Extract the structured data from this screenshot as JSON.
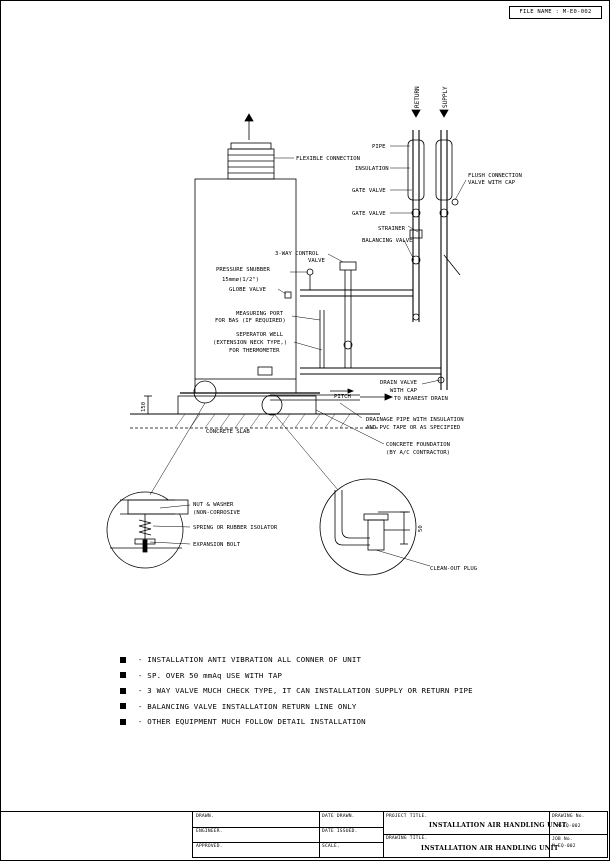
{
  "file_name": "FILE NAME : M-E0-002",
  "flow_labels": {
    "return": "RETURN",
    "supply": "SUPPLY"
  },
  "callouts": {
    "pipe": "PIPE",
    "flexible_connection": "FLEXIBLE CONNECTION",
    "insulation": "INSULATION",
    "gate_valve_1": "GATE VALVE",
    "gate_valve_2": "GATE VALVE",
    "flush_connection_1": "FLUSH CONNECTION",
    "flush_connection_2": "VALVE WITH CAP",
    "strainer": "STRAINER",
    "balancing_valve": "BALANCING VALVE",
    "three_way_1": "3-WAY CONTROL",
    "three_way_2": "VALVE",
    "pressure_snubber_1": "PRESSURE SNUBBER",
    "pressure_snubber_2": "15mmø(1/2\")",
    "pressure_snubber_3": "GLOBE VALVE",
    "measuring_port_1": "MEASURING PORT",
    "measuring_port_2": "FOR BAS (IF REQUIRED)",
    "separator_1": "SEPERATOR WELL",
    "separator_2": "(EXTENSION NECK TYPE,)",
    "separator_3": "FOR THERMOMETER",
    "drain_valve_1": "DRAIN VALVE",
    "drain_valve_2": "WITH CAP",
    "to_drain": "TO NEAREST DRAIN",
    "pitch": "PITCH",
    "drainage_1": "DRAINAGE PIPE WITH INSULATION",
    "drainage_2": "AND PVC TAPE OR AS SPECIFIED",
    "concrete_foundation_1": "CONCRETE FOUNDATION",
    "concrete_foundation_2": "(BY A/C CONTRACTOR)",
    "concrete_slab": "CONCRETE SLAB",
    "dim_150": "150",
    "nut_washer_1": "NUT & WASHER",
    "nut_washer_2": "(NON-CORROSIVE",
    "spring": "SPRING OR RUBBER ISOLATOR",
    "expansion_bolt": "EXPANSION BOLT",
    "dim_50": "50",
    "clean_out": "CLEAN-OUT PLUG"
  },
  "notes": [
    "- INSTALLATION ANTI VIBRATION ALL CONNER OF UNIT",
    "- SP. OVER 50 mmAq USE WITH TAP",
    "- 3 WAY VALVE MUCH CHECK TYPE, IT CAN INSTALLATION SUPPLY OR RETURN PIPE",
    "- BALANCING VALVE INSTALLATION RETURN LINE ONLY",
    "- OTHER EQUIPMENT MUCH FOLLOW DETAIL INSTALLATION"
  ],
  "title_block": {
    "drawn": "DRAWN.",
    "engineer": "ENGINEER.",
    "approved": "APPROVED.",
    "date_drawn": "DATE DRAWN.",
    "date_issued": "DATE ISSUED.",
    "scale": "SCALE.",
    "project_title_label": "PROJECT TITLE.",
    "project_title": "INSTALLATION AIR HANDLING UNIT",
    "drawing_title_label": "DRAWING TITLE.",
    "drawing_title": "INSTALLATION AIR HANDLING UNIT",
    "drawing_no_label": "DRAWING No.",
    "drawing_no": "M-EQ-002",
    "job_no_label": "JOB No.",
    "job_no": "M-EQ-002"
  }
}
